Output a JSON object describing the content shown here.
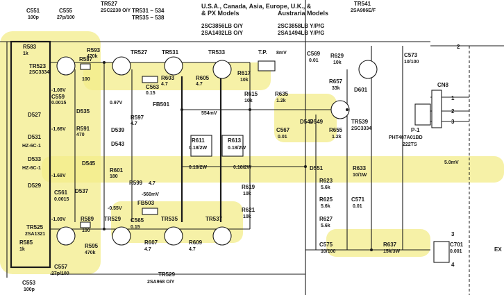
{
  "colors": {
    "ink": "#1a1a1a",
    "highlight": "#f3ec8a",
    "paper": "#ffffff"
  },
  "header": {
    "models_line1": "U.S.A., Canada, Asia,  Europe, U.K., &",
    "models_line2_left": "& PX Models",
    "models_line2_right": "Austraria Models",
    "tr531_535": "TR531 ~ 534",
    "tr535_538": "TR535 ~ 538",
    "tr_us_a": "2SC3856LB O/Y",
    "tr_us_b": "2SA1492LB O/Y",
    "tr_eu_a": "2SC3858LB Y/P/G",
    "tr_eu_b": "2SA1494LB Y/P/G"
  },
  "components": {
    "c551": "C551",
    "c551v": "100p",
    "c555": "C555",
    "c555v": "27p/100",
    "tr527": "TR527",
    "tr527v": "2SC2238 O/Y",
    "tr541": "TR541",
    "tr541v": "2SA986E/F",
    "r583": "R583",
    "r583v": "1k",
    "tr523": "TR523",
    "tr523v": "2SC3334",
    "r593": "R593",
    "r593v": "470k",
    "r587": "R587",
    "r587v": "100",
    "tr527b": "TR527",
    "tr531": "TR531",
    "tr533": "TR533",
    "tp": "T.P.",
    "tpv": "8mV",
    "c569": "C569",
    "c569v": "0.01",
    "r629": "R629",
    "r629v": "10k",
    "c573": "C573",
    "c573v": "10/100",
    "v108": "-1.08V",
    "c559": "C559",
    "c559v": "0.0015",
    "c563": "C563",
    "c563v": "0.15",
    "r603": "R603",
    "r603v": "4.7",
    "r605": "R605",
    "r605v": "4.7",
    "r617": "R617",
    "r617v": "10k",
    "r657": "R657",
    "r657v": "33k",
    "d601": "D601",
    "r615": "R615",
    "r615v": "10k",
    "v097": "0.97V",
    "fb501": "FB501",
    "r635": "R635",
    "r635v": "1.2k",
    "cn8": "CN8",
    "d527": "D527",
    "d535": "D535",
    "r597": "R597",
    "r597v": "4.7",
    "v554": "554mV",
    "tr539": "TR539",
    "tr539v": "2SC3334",
    "v166": "-1.66V",
    "r591": "R591",
    "r591v": "470",
    "d539": "D539",
    "c567": "C567",
    "c567v": "0.01",
    "d547": "D547",
    "d549": "D549",
    "r655": "R655",
    "r655v": "1.2k",
    "d531": "D531",
    "d531v": "HZ-6C-1",
    "d543": "D543",
    "p1": "P-1",
    "p1v": "PHT487A01BD",
    "p1v2": "222TS",
    "r611": "R611",
    "r611v": "0.18/2W",
    "r613": "R613",
    "r613v": "0.18/2W",
    "d533": "D533",
    "d533v": "HZ-6C-1",
    "d545": "D545",
    "r611v2": "0.18/2W",
    "r613v2": "0.18/2W",
    "v5": "5.0mV",
    "d551": "D551",
    "r633": "R633",
    "r633v": "10/1W",
    "v168": "-1.68V",
    "r601": "R601",
    "r601v": "180",
    "d529": "D529",
    "r599": "R599",
    "r599v": "4.7",
    "r623": "R623",
    "r623v": "5.6k",
    "d537": "D537",
    "v560": "-560mV",
    "c561": "C561",
    "c561v": "0.0015",
    "v055": "-0.55V",
    "r619": "R619",
    "r619v": "10k",
    "fb503": "FB503",
    "r625": "R625",
    "r625v": "5.6k",
    "c571": "C571",
    "c571v": "0.01",
    "r621": "R621",
    "r621v": "10k",
    "v109": "-1.09V",
    "r627": "R627",
    "r627v": "5.6k",
    "tr525": "TR525",
    "tr525v": "2SA1321",
    "r589": "R589",
    "r589v": "100",
    "tr529": "TR529",
    "c565": "C565",
    "c565v": "0.15",
    "tr535": "TR535",
    "tr537": "TR537",
    "c575": "C575",
    "c575v": "10/100",
    "r637": "R637",
    "r637v": "15k/3W",
    "c701": "C701",
    "c701v": "0.001",
    "r585": "R585",
    "r585v": "1k",
    "r595": "R595",
    "r595v": "470k",
    "r607": "R607",
    "r607v": "4.7",
    "r609": "R609",
    "r609v": "4.7",
    "c557": "C557",
    "c557v": "27p/100",
    "tr529b": "TR529",
    "tr529bv": "2SA968 O/Y",
    "c553": "C553",
    "c553v": "100p"
  },
  "connectors": {
    "p2": "2",
    "p1": "1",
    "p2b": "2",
    "p3": "3",
    "p3b": "3",
    "p4": "4",
    "ex": "EX"
  }
}
